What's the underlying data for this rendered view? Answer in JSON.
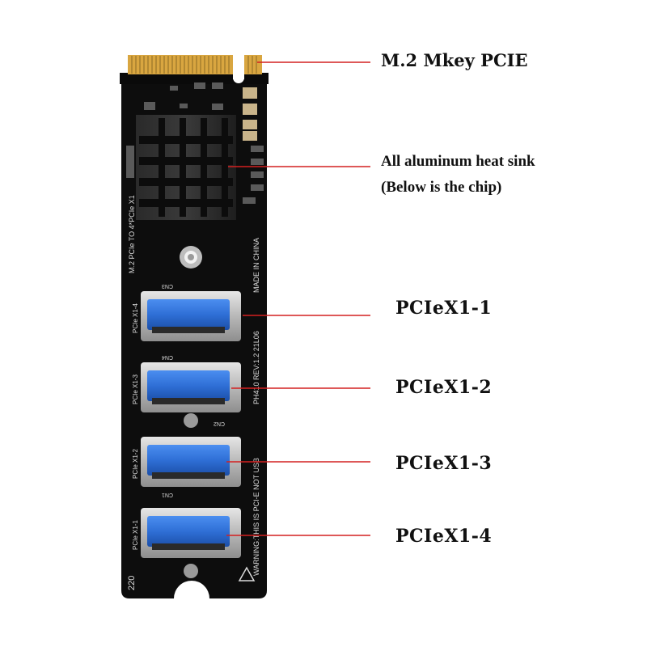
{
  "labels": {
    "connector": "M.2 Mkey PCIE",
    "heatsink_line1": "All aluminum heat sink",
    "heatsink_line2": "(Below is the chip)",
    "port1": "PCIeX1-1",
    "port2": "PCIeX1-2",
    "port3": "PCIeX1-3",
    "port4": "PCIeX1-4"
  },
  "silkscreen": {
    "product": "M.2 PCIe TO 4*PCIe X1",
    "origin": "MADE IN CHINA",
    "rev": "PH410  REV:1.2  21L06",
    "warning": "WARNING:THIS IS PCI-E NOT USB",
    "port1": "PCIe X1-1",
    "port2": "PCIe X1-2",
    "port3": "PCIe X1-3",
    "port4": "PCIe X1-4",
    "cn1": "CN1",
    "cn2": "CN2",
    "cn3": "CN3",
    "cn4": "CN4",
    "corner": "220"
  },
  "colors": {
    "pcb": "#0d0d0d",
    "gold": "#d9a640",
    "usb_blue": "#2f6fd6",
    "shell": "#c9c9c9",
    "callout_line": "#d42020"
  }
}
